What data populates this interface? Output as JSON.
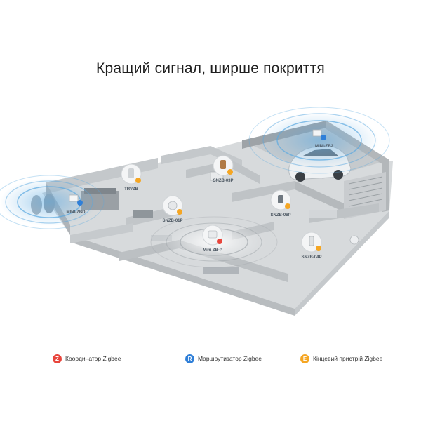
{
  "title": "Кращий сигнал, ширше покриття",
  "colors": {
    "coordinator": "#e8453c",
    "router": "#2f7fd8",
    "end_device": "#f5a623",
    "signal": "#5aa8e0"
  },
  "devices": [
    {
      "label": "TRVZB",
      "role": "end_device",
      "icon": "radiator-valve-icon"
    },
    {
      "label": "SNZB-03P",
      "role": "end_device",
      "icon": "motion-sensor-icon"
    },
    {
      "label": "MINI-ZB2",
      "role": "router",
      "icon": "relay-switch-icon"
    },
    {
      "label": "MINI-ZBD",
      "role": "router",
      "icon": "relay-switch-icon"
    },
    {
      "label": "SNZB-01P",
      "role": "end_device",
      "icon": "button-icon"
    },
    {
      "label": "SNZB-06P",
      "role": "end_device",
      "icon": "presence-sensor-icon"
    },
    {
      "label": "Mini ZB-P",
      "role": "coordinator",
      "icon": "hub-icon"
    },
    {
      "label": "SNZB-04P",
      "role": "end_device",
      "icon": "door-sensor-icon"
    }
  ],
  "legend": [
    {
      "badge": "Z",
      "label": "Координатор Zigbee",
      "role": "coordinator"
    },
    {
      "badge": "R",
      "label": "Маршрутизатор Zigbee",
      "role": "router"
    },
    {
      "badge": "E",
      "label": "Кінцевий пристрій Zigbee",
      "role": "end_device"
    }
  ]
}
